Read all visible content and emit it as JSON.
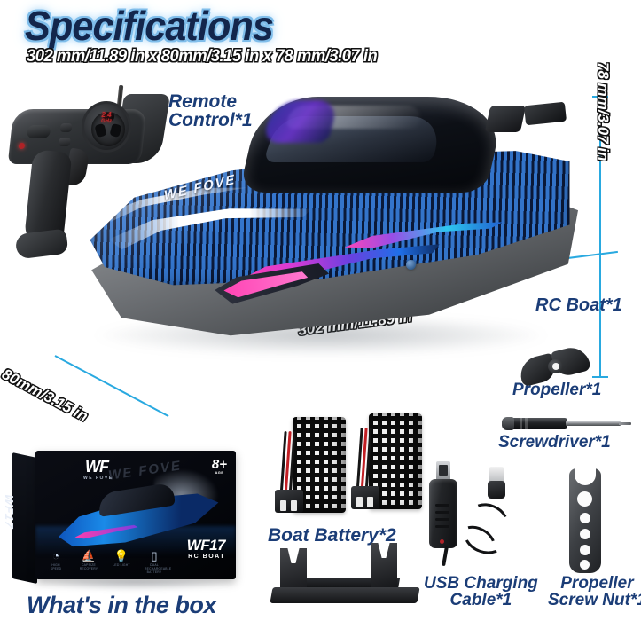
{
  "header": {
    "title": "Specifications",
    "dimensions_line": "302 mm/11.89 in x 80mm/3.15 in x 78 mm/3.07 in"
  },
  "dimension_labels": {
    "height": "78 mm/3.07 in",
    "length": "302 mm/11.89 in",
    "width": "80mm/3.15 in",
    "line_color": "#29a9e0"
  },
  "colors": {
    "title_fill": "#13264c",
    "title_glow": "#7fbdea",
    "caption_navy": "#1b3d77",
    "accent_blue": "#29a9e0",
    "hull_blue": "#3476cd",
    "accent_pink": "#ff3fae",
    "background": "#ffffff"
  },
  "parts": {
    "remote_control": "Remote\nControl*1",
    "remote_control_line1": "Remote",
    "remote_control_line2": "Control*1",
    "remote_freq": "2.4",
    "remote_freq_unit": "GHz",
    "rc_boat": "RC Boat*1",
    "boat_brand": "WE FOVE",
    "propeller": "Propeller*1",
    "screwdriver": "Screwdriver*1",
    "boat_battery": "Boat Battery*2",
    "usb_cable_line1": "USB Charging",
    "usb_cable_line2": "Cable*1",
    "screw_nut_line1": "Propeller",
    "screw_nut_line2": "Screw Nut*1"
  },
  "product_box": {
    "logo": "WF",
    "logo_sub": "WE FOVE",
    "brand_ghost": "WE FOVE",
    "age_rating": "8+",
    "age_unit": "AGE",
    "side_text": "WF17",
    "model": "WF17",
    "model_sub": "RC BOAT",
    "features": [
      {
        "icon": "speed-icon",
        "glyph": "◔",
        "label": "HIGH SPEED"
      },
      {
        "icon": "boat-icon",
        "glyph": "⛵",
        "label": "CAPSIZE RECOVERY"
      },
      {
        "icon": "light-icon",
        "glyph": "💡",
        "label": "LED LIGHT"
      },
      {
        "icon": "battery-icon",
        "glyph": "▯",
        "label": "DUAL RECHARGEABLE BATTERY"
      }
    ],
    "caption": "What's in the box"
  }
}
